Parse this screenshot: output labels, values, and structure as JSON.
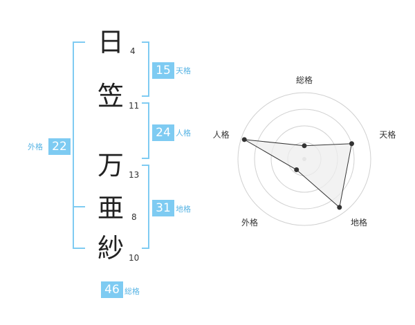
{
  "name": {
    "characters": [
      {
        "char": "日",
        "strokes": "4"
      },
      {
        "char": "笠",
        "strokes": "11"
      },
      {
        "char": "万",
        "strokes": "13"
      },
      {
        "char": "亜",
        "strokes": "8"
      },
      {
        "char": "紗",
        "strokes": "10"
      }
    ]
  },
  "kaku": {
    "tenkaku": {
      "label": "天格",
      "value": "15"
    },
    "jinkaku": {
      "label": "人格",
      "value": "24"
    },
    "chikaku": {
      "label": "地格",
      "value": "31"
    },
    "gaikaku": {
      "label": "外格",
      "value": "22"
    },
    "soukaku": {
      "label": "総格",
      "value": "46"
    }
  },
  "chart_data": {
    "type": "radar",
    "axes": [
      "総格",
      "天格",
      "地格",
      "外格",
      "人格"
    ],
    "values": [
      0.2,
      0.75,
      0.9,
      0.2,
      0.95
    ],
    "rings": 4,
    "colors": {
      "fill": "#eeeeee",
      "stroke": "#333333",
      "grid": "#d0d0d0",
      "point": "#333333"
    }
  }
}
